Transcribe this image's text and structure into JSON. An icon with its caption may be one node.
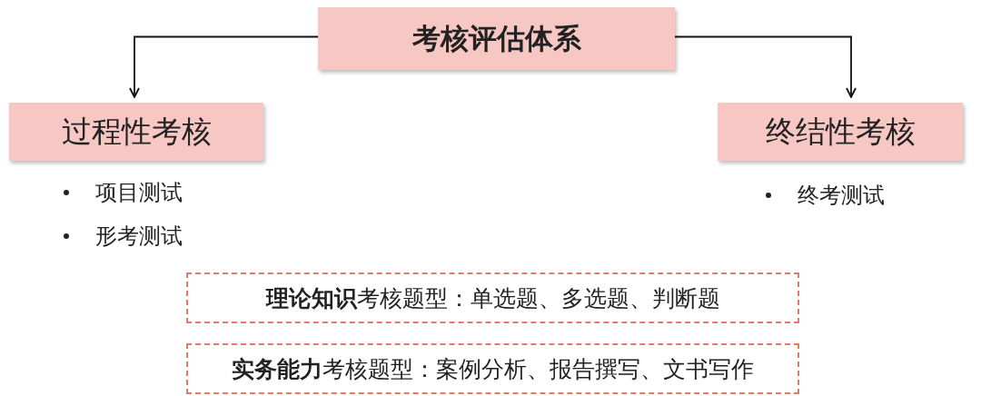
{
  "diagram": {
    "nodes": [
      {
        "text": [
          "考核评估体系"
        ]
      },
      {
        "text": [
          "过程性考核"
        ],
        "beside": [
          "项目测试",
          "形考测试"
        ]
      },
      {
        "text": [
          "终结性考核"
        ],
        "beside": [
          "终考测试"
        ]
      },
      {
        "text": [
          "**理论知识**考核题型：单选题、多选题、判断题"
        ]
      },
      {
        "text": [
          "**实务能力**考核题型：案例分析、报告撰写、文书写作"
        ]
      }
    ],
    "edges": [
      {
        "from": 0,
        "to": 1,
        "arrow": "to"
      },
      {
        "from": 0,
        "to": 2,
        "arrow": "to"
      }
    ]
  }
}
